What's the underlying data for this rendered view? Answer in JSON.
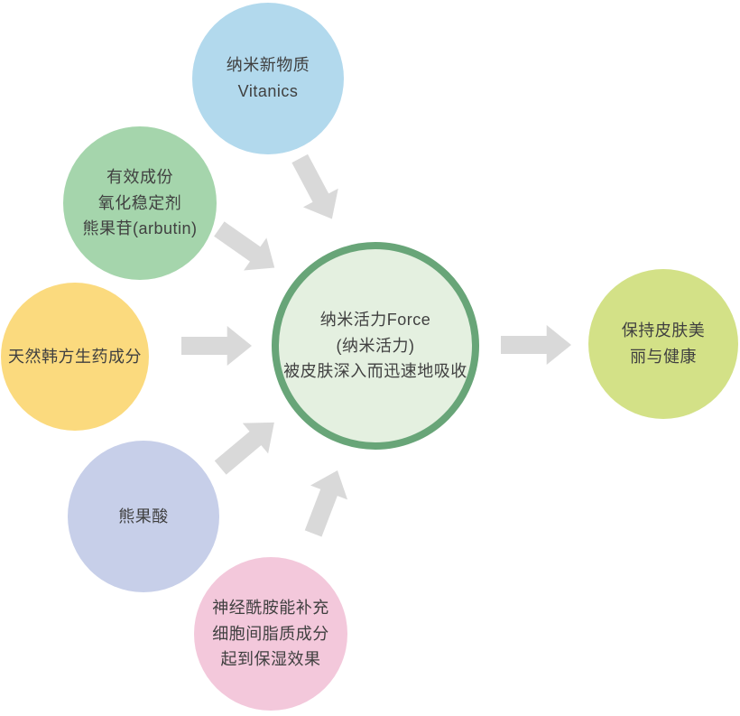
{
  "diagram": {
    "nodes": {
      "vitanics": {
        "text": "纳米新物质\nVitanics",
        "color": "#B2D9ED"
      },
      "arbutin": {
        "text": "有效成份\n氧化稳定剂\n熊果苷(arbutin)",
        "color": "#A5D5AC"
      },
      "herbal": {
        "text": "天然韩方生药成分",
        "color": "#FBDA7E"
      },
      "ursolic_acid": {
        "text": "熊果酸",
        "color": "#C7CFE9"
      },
      "ceramide": {
        "text": "神经酰胺能补充\n细胞间脂质成分\n起到保湿效果",
        "color": "#F3C8DB"
      },
      "center": {
        "text": "纳米活力Force\n(纳米活力)\n被皮肤深入而迅速地吸收",
        "fill": "#E4F0E0",
        "border": "#68A578"
      },
      "outcome": {
        "text": "保持皮肤美\n丽与健康",
        "color": "#D3E187"
      }
    },
    "colors": {
      "arrow": "#D9D9D9",
      "text": "#404040",
      "background": "#FFFFFF"
    }
  }
}
